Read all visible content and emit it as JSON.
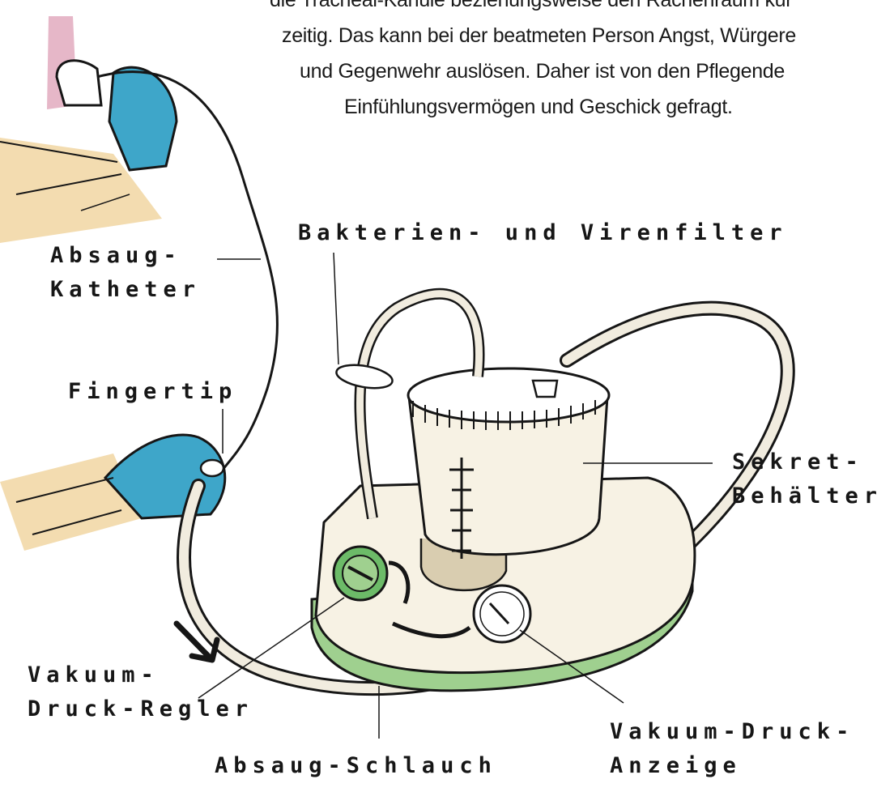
{
  "paragraph": {
    "line1": "die Tracheal-Kanüle beziehungsweise den Rachenraum kur",
    "line2": "zeitig. Das kann bei der beatmeten Person Angst, Würgere",
    "line3": "und Gegenwehr auslösen. Daher ist von den Pflegende",
    "line4": "Einfühlungsvermögen und Geschick gefragt."
  },
  "labels": {
    "filter": "Bakterien- und Virenfilter",
    "catheter_1": "Absaug-",
    "catheter_2": "Katheter",
    "fingertip": "Fingertip",
    "container_1": "Sekret-",
    "container_2": "Behälter",
    "regulator_1": "Vakuum-",
    "regulator_2": "Druck-Regler",
    "tube": "Absaug-Schlauch",
    "gauge_1": "Vakuum-Druck-",
    "gauge_2": "Anzeige"
  },
  "colors": {
    "glove": "#3ea6c9",
    "device_green": "#9fd08f",
    "device_body": "#f7f2e4",
    "tube": "#f1ecdf",
    "outline": "#161616",
    "skin": "#f3dcb0"
  }
}
